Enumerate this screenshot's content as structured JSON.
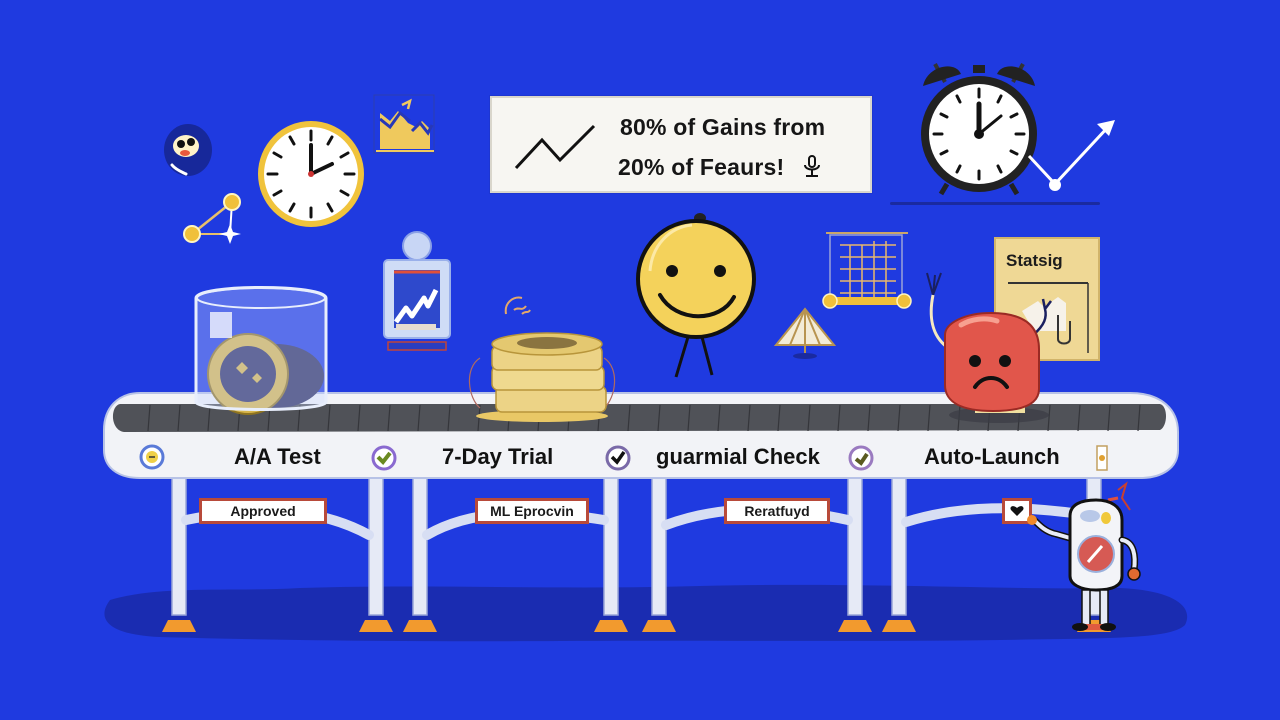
{
  "scene": {
    "background_color": "#1f3ae0",
    "shadow_color": "#1a2aa8"
  },
  "banner": {
    "line1": "80% of Gains from",
    "line2": "20% of Feaurs!",
    "icon": "trend-zigzag-icon",
    "trailing_icon": "microphone-icon"
  },
  "poster": {
    "title": "Statsig"
  },
  "conveyor": {
    "stages": [
      {
        "label": "A/A Test",
        "marker_icon": "yellow-minus-badge-icon"
      },
      {
        "label": "7-Day Trial",
        "marker_icon": "green-check-badge-icon"
      },
      {
        "label": "guarmial Check",
        "marker_icon": "black-check-badge-icon"
      },
      {
        "label": "Auto-Launch",
        "marker_icon": "olive-check-badge-icon"
      }
    ],
    "tags": [
      {
        "label": "Approved"
      },
      {
        "label": "ML Eprocvin"
      },
      {
        "label": "Reratfuyd"
      },
      {
        "label": "",
        "icon": "heart-icon"
      }
    ]
  },
  "items_on_belt": [
    {
      "name": "glass-jar-of-coins"
    },
    {
      "name": "stack-of-gold-coins"
    },
    {
      "name": "sad-red-tomato-character"
    }
  ],
  "floating_decor": [
    {
      "name": "small-gold-wall-clock",
      "time": "2:00"
    },
    {
      "name": "black-alarm-clock",
      "time": "1:00"
    },
    {
      "name": "smiley-face-character"
    },
    {
      "name": "line-chart-card"
    },
    {
      "name": "area-chart-icon"
    },
    {
      "name": "grid-calendar-chart"
    },
    {
      "name": "striped-lamp"
    },
    {
      "name": "network-nodes-icon"
    },
    {
      "name": "robot-character"
    }
  ],
  "colors": {
    "banner_bg": "#f7f6f2",
    "poster_bg": "#efd895",
    "tag_border": "#b84a3a",
    "belt_dark": "#505258",
    "conveyor_frame": "#f2f3f7",
    "coin_gold": "#d8b64c",
    "smiley_yellow": "#f4d25b",
    "tomato_red": "#e1564b",
    "leg_foot_orange": "#f08a2a"
  }
}
